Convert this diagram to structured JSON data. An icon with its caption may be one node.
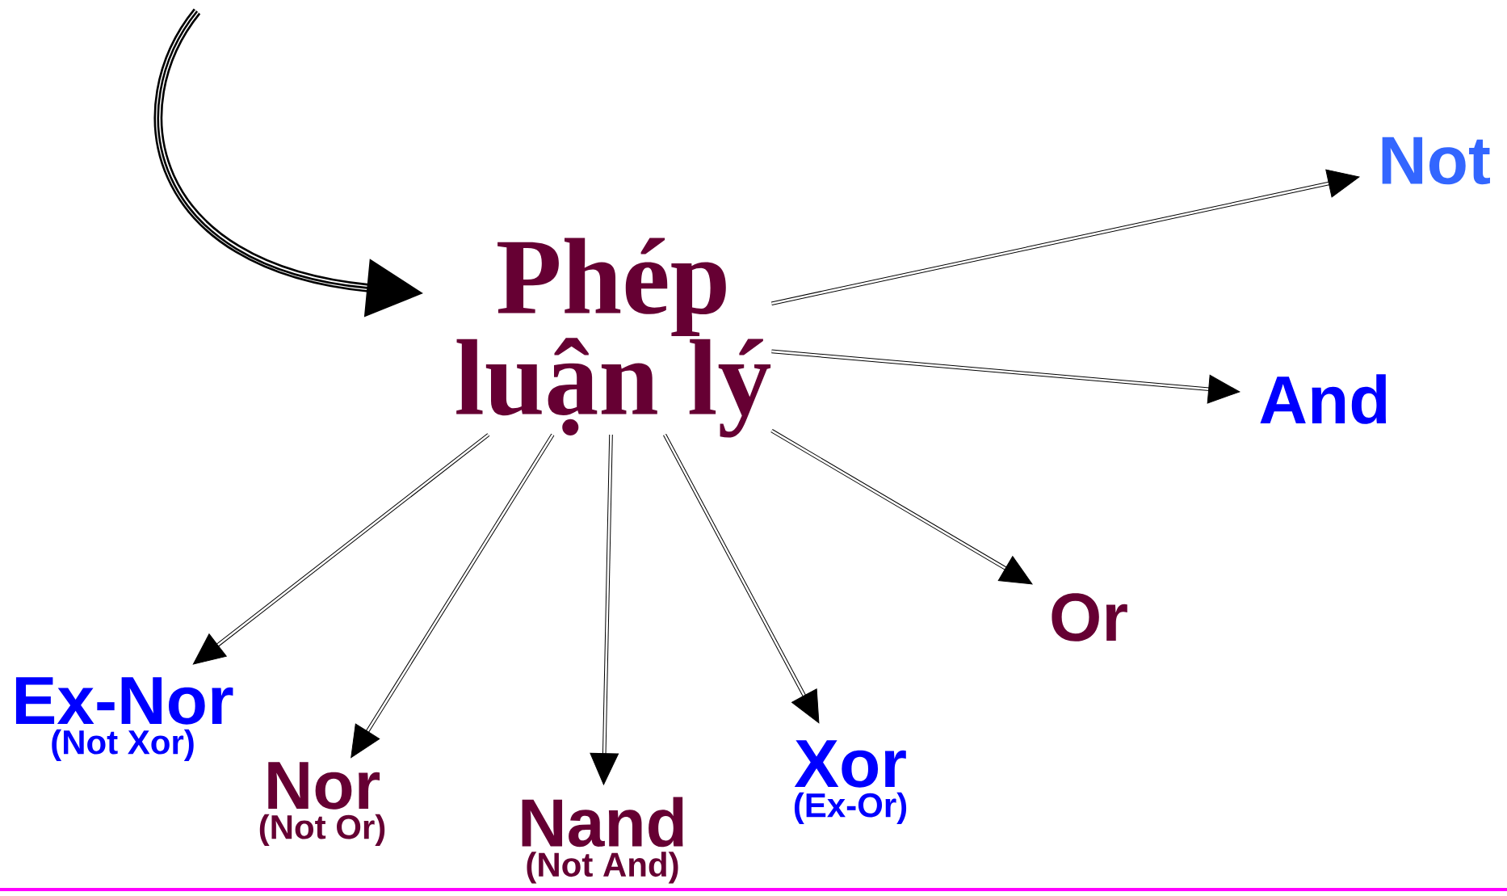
{
  "diagram": {
    "nodes": [
      {
        "text": [
          "Phép luận lý"
        ]
      },
      {
        "text": [
          "Not"
        ]
      },
      {
        "text": [
          "And"
        ]
      },
      {
        "text": [
          "Or"
        ]
      },
      {
        "text": [
          "Xor",
          "(Ex-Or)"
        ]
      },
      {
        "text": [
          "Nand",
          "(Not And)"
        ]
      },
      {
        "text": [
          "Nor",
          "(Not Or)"
        ]
      },
      {
        "text": [
          "Ex-Nor",
          "(Not Xor)"
        ]
      }
    ],
    "edges": [
      {
        "from": null,
        "to": 0,
        "arrow": "to",
        "style": "thick"
      },
      {
        "from": 0,
        "to": 1,
        "arrow": "to"
      },
      {
        "from": 0,
        "to": 2,
        "arrow": "to"
      },
      {
        "from": 0,
        "to": 3,
        "arrow": "to"
      },
      {
        "from": 0,
        "to": 4,
        "arrow": "to"
      },
      {
        "from": 0,
        "to": 5,
        "arrow": "to"
      },
      {
        "from": 0,
        "to": 6,
        "arrow": "to"
      },
      {
        "from": 0,
        "to": 7,
        "arrow": "to"
      }
    ]
  }
}
